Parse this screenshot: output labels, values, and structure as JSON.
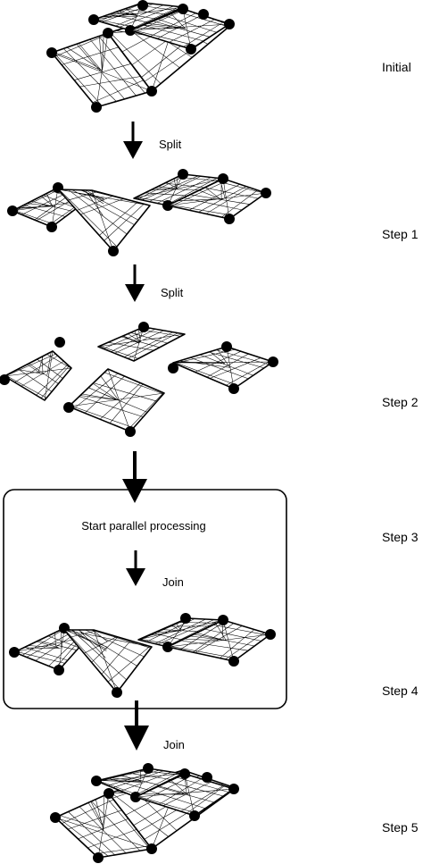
{
  "stage_labels": [
    "Initial",
    "Step 1",
    "Step 2",
    "Step 3",
    "Step 4",
    "Step 5"
  ],
  "arrow_labels": [
    "Split",
    "Split",
    "Join",
    "Join"
  ],
  "box_title": "Start parallel processing"
}
